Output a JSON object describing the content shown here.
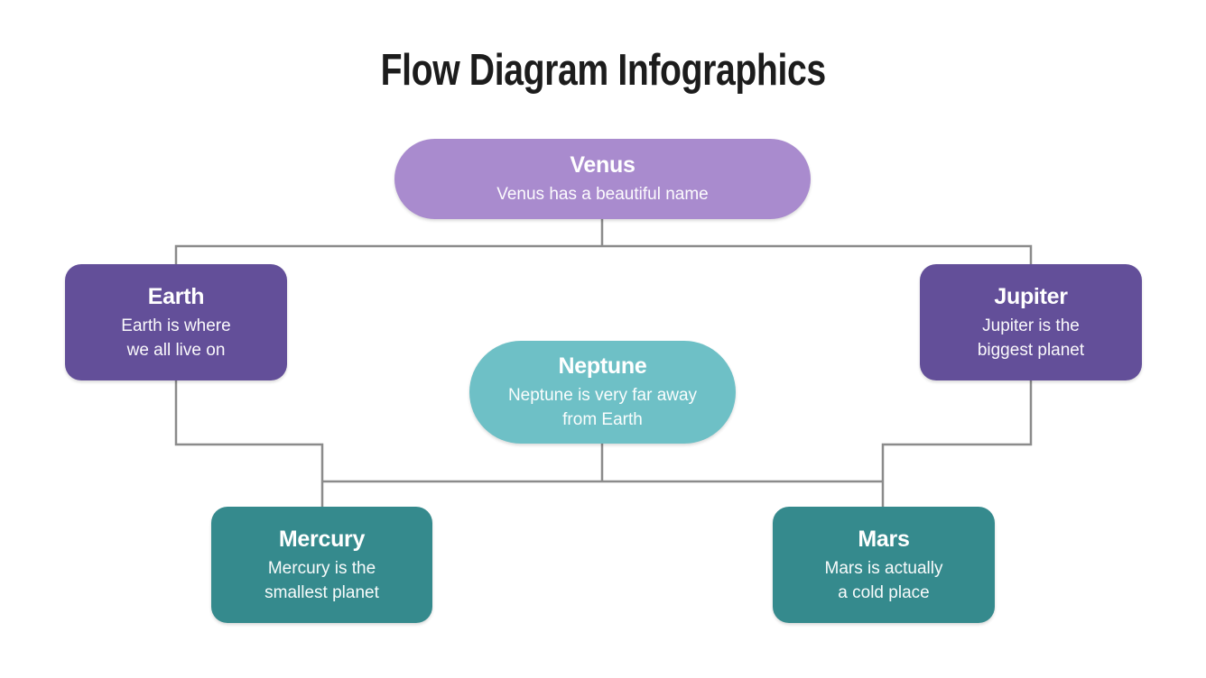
{
  "page": {
    "title": "Flow Diagram Infographics"
  },
  "colors": {
    "light_purple": "#a98bce",
    "dark_purple": "#634f99",
    "light_teal": "#6ec0c6",
    "dark_teal": "#358a8d",
    "connector_gray": "#8b8b8b",
    "title_text": "#1c1c1c",
    "node_text": "#ffffff"
  },
  "nodes": {
    "venus": {
      "title": "Venus",
      "lines": [
        "Venus has a beautiful name"
      ]
    },
    "earth": {
      "title": "Earth",
      "lines": [
        "Earth is where",
        "we all live on"
      ]
    },
    "jupiter": {
      "title": "Jupiter",
      "lines": [
        "Jupiter is the",
        "biggest planet"
      ]
    },
    "neptune": {
      "title": "Neptune",
      "lines": [
        "Neptune is very far away",
        "from Earth"
      ]
    },
    "mercury": {
      "title": "Mercury",
      "lines": [
        "Mercury is the",
        "smallest planet"
      ]
    },
    "mars": {
      "title": "Mars",
      "lines": [
        "Mars is actually",
        "a cold place"
      ]
    }
  }
}
